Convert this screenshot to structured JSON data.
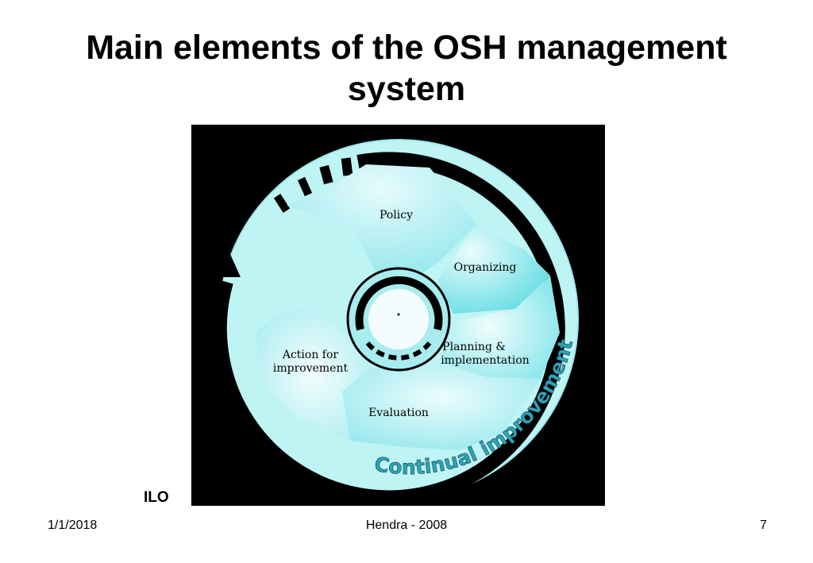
{
  "slide": {
    "title_line1": "Main elements of the OSH management",
    "title_line2": "system",
    "source_label": "ILO",
    "footer": {
      "date": "1/1/2018",
      "author": "Hendra - 2008",
      "page": "7"
    }
  },
  "diagram": {
    "segments": [
      "Policy",
      "Organizing",
      "Planning &",
      "implementation",
      "Evaluation",
      "Action for",
      "improvement"
    ],
    "ring_label": "Continual improvement",
    "colors": {
      "background": "#000000",
      "disc": "#bff4f4",
      "segment": "#6fe0e6",
      "ring_text": "#2fa3b8"
    }
  }
}
